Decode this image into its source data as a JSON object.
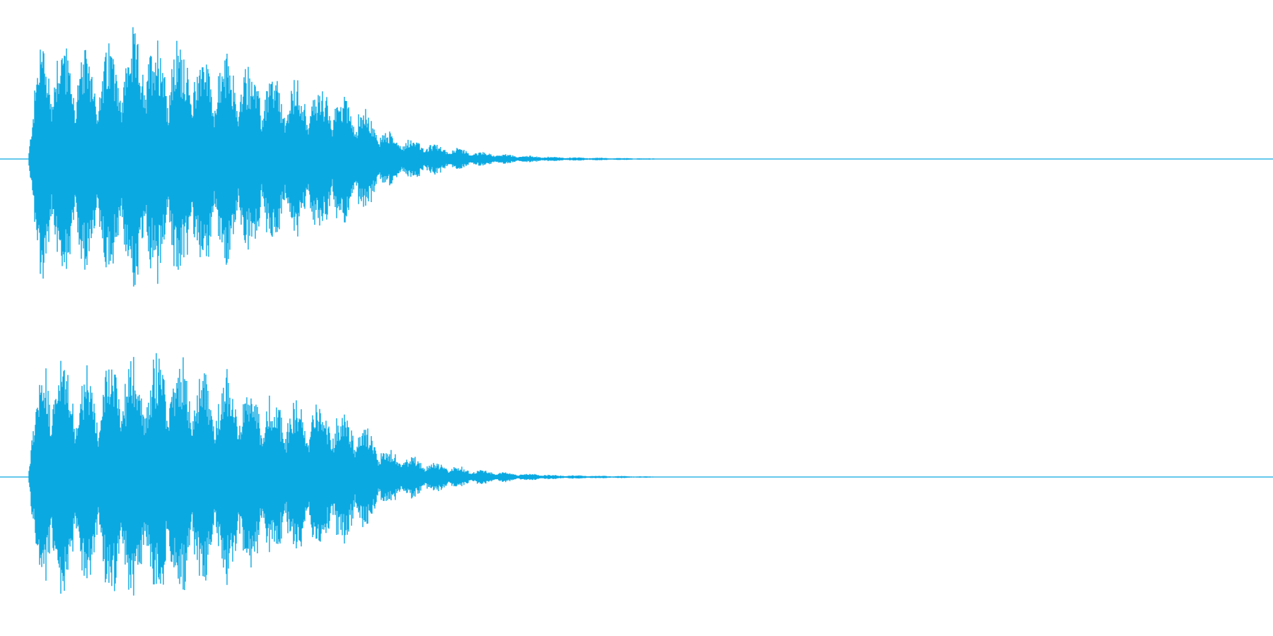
{
  "waveform": {
    "color": "#0aa9e2",
    "channels": [
      {
        "name": "channel-top",
        "peak_envelope": [
          0.0,
          0.95,
          0.9,
          0.8,
          0.85,
          0.95,
          0.9,
          0.8,
          0.75,
          0.6,
          0.55,
          0.5,
          0.2,
          0.12,
          0.06,
          0.03,
          0.015,
          0.01,
          0.005,
          0.0
        ]
      },
      {
        "name": "channel-bottom",
        "peak_envelope": [
          0.0,
          0.95,
          0.9,
          0.8,
          0.85,
          0.95,
          0.9,
          0.8,
          0.75,
          0.6,
          0.55,
          0.5,
          0.2,
          0.12,
          0.06,
          0.03,
          0.015,
          0.01,
          0.005,
          0.0
        ]
      }
    ]
  }
}
